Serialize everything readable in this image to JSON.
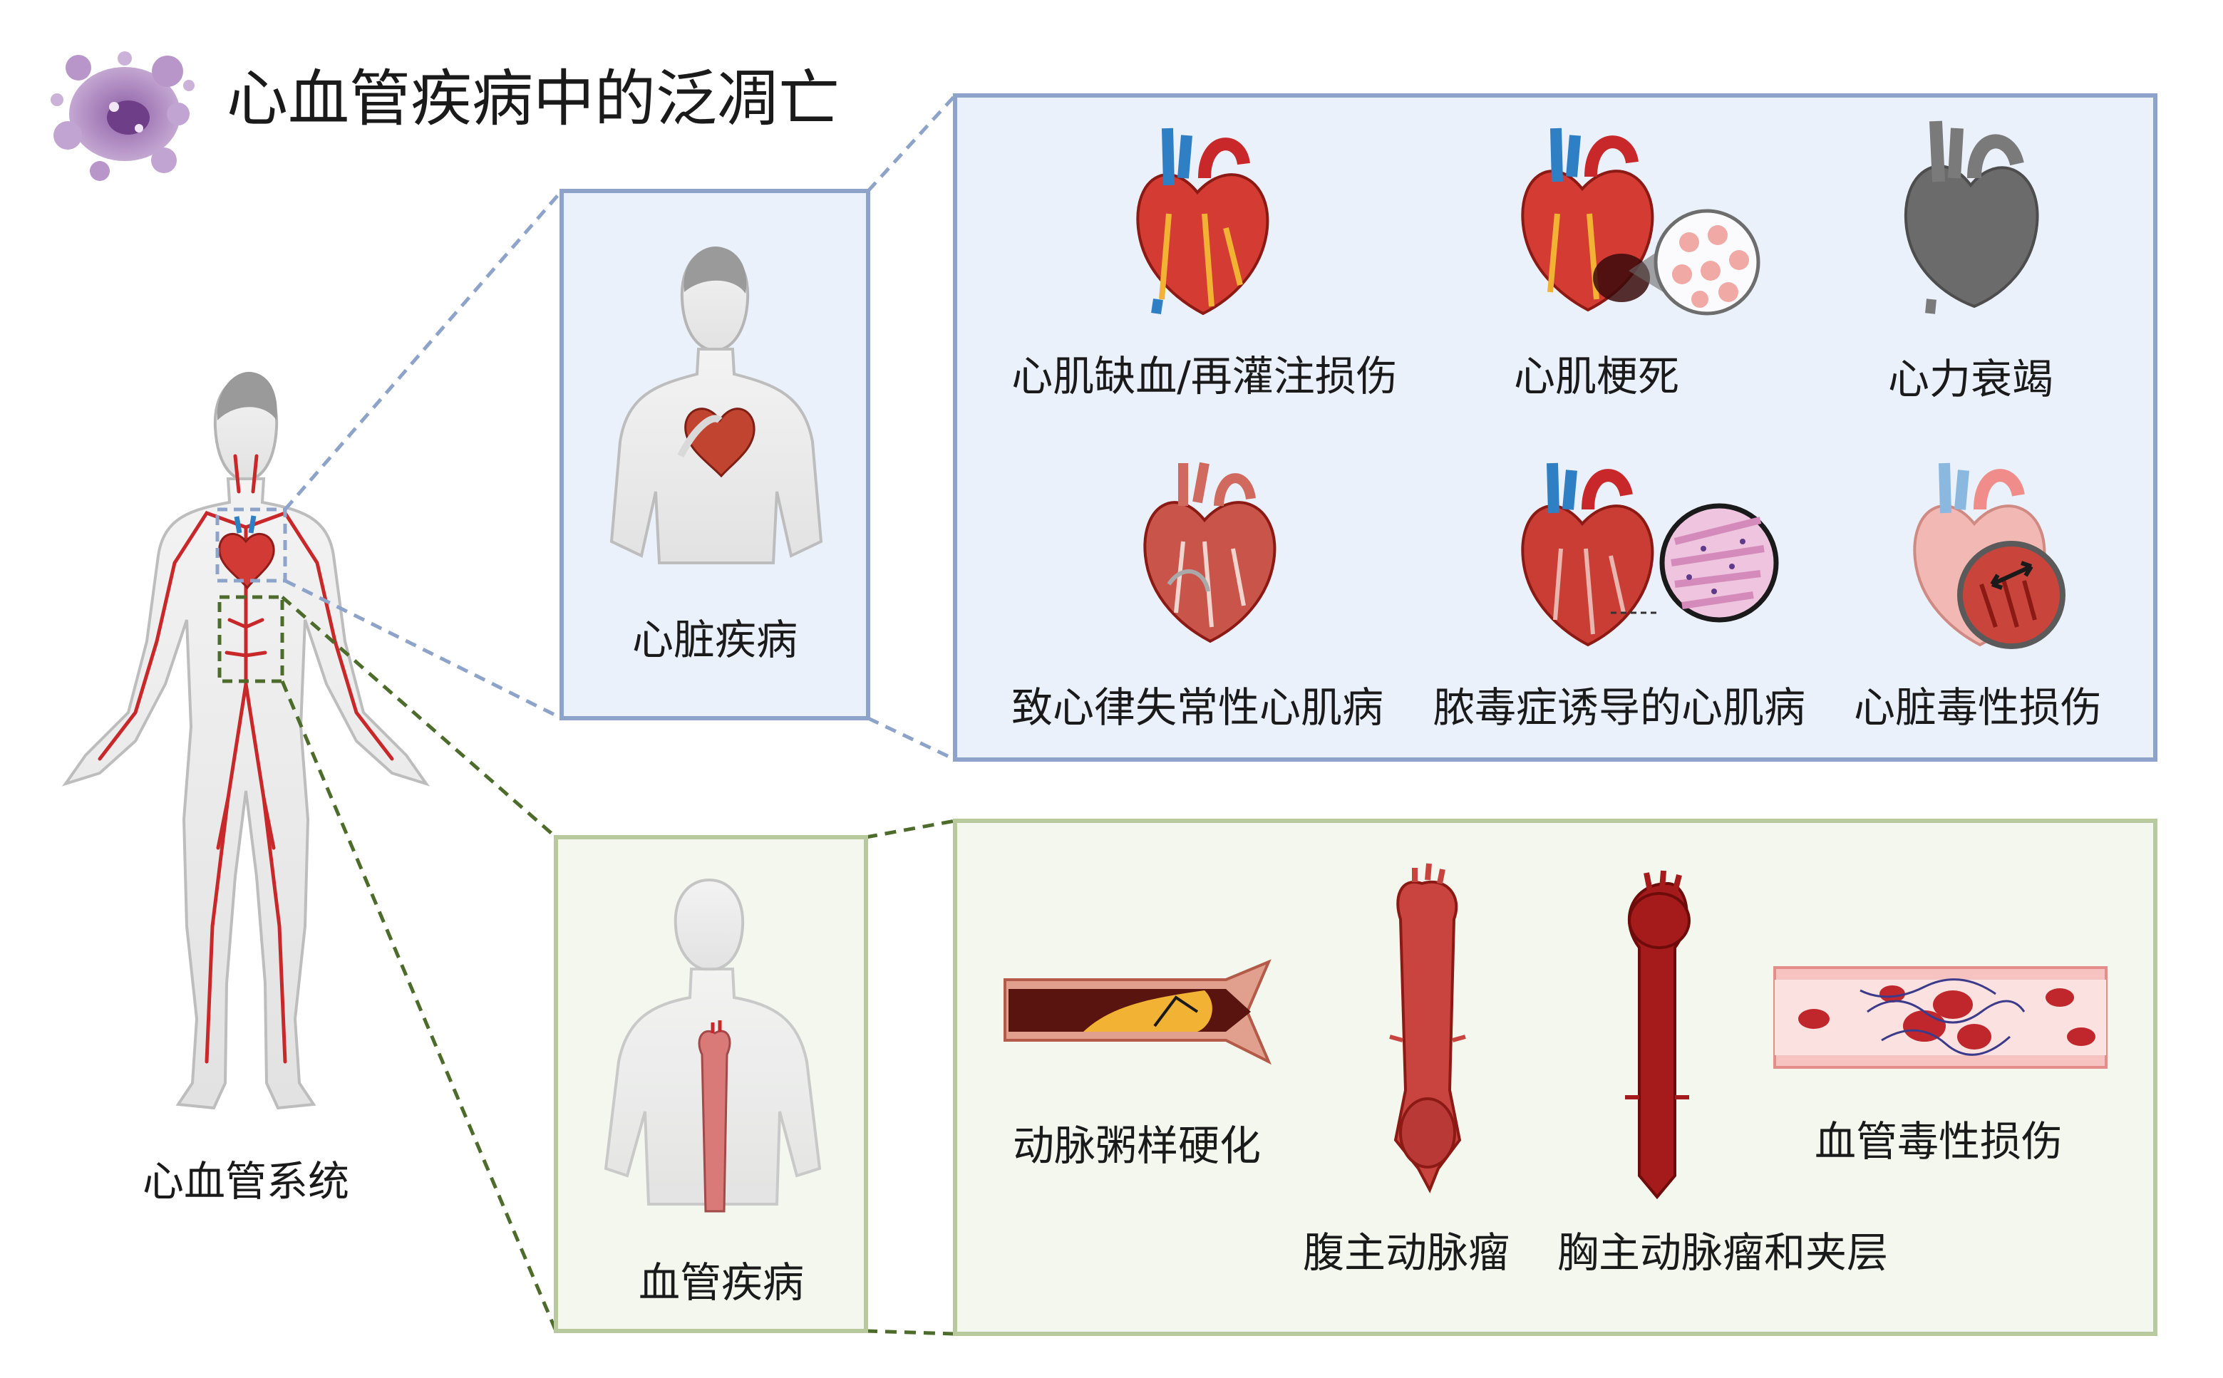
{
  "title": "心血管疾病中的泛凋亡",
  "system_label": "心血管系统",
  "heart_panel": {
    "label": "心脏疾病",
    "items": [
      "心肌缺血/再灌注损伤",
      "心肌梗死",
      "心力衰竭",
      "致心律失常性心肌病",
      "脓毒症诱导的心肌病",
      "心脏毒性损伤"
    ]
  },
  "vessel_panel": {
    "label": "血管疾病",
    "items": [
      "动脉粥样硬化",
      "腹主动脉瘤",
      "胸主动脉瘤和夹层",
      "血管毒性损伤"
    ]
  },
  "colors": {
    "heart_frame": "#8da3c9",
    "heart_fill": "#ebf1fa",
    "vessel_frame": "#b9c99e",
    "vessel_fill": "#f3f7ee",
    "connector_blue": "#8da3c9",
    "connector_green": "#4d6b2a",
    "artery_red": "#c8282a",
    "vein_blue": "#2f7fc4",
    "cell_purple": "#a77fb8"
  }
}
